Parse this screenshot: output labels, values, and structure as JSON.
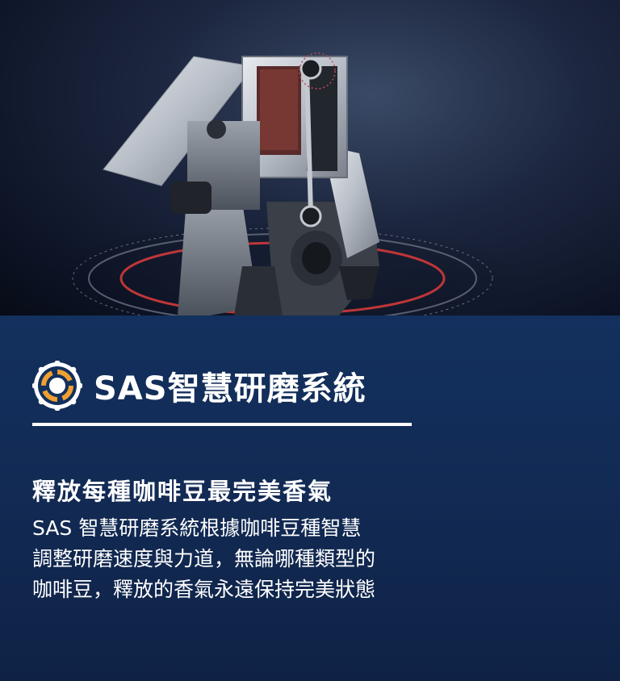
{
  "hero": {
    "image_icon": "sas-grinding-mechanism-image"
  },
  "section": {
    "logo_icon": "gear-ring-icon",
    "title": "SAS智慧研磨系統",
    "subheading": "釋放每種咖啡豆最完美香氣",
    "body_lines": [
      "SAS 智慧研磨系統根據咖啡豆種智慧",
      "調整研磨速度與力道，無論哪種類型的",
      "咖啡豆，釋放的香氣永遠保持完美狀態"
    ]
  },
  "colors": {
    "background": "#13305e",
    "accent_orange": "#f0a030",
    "text": "#ffffff"
  }
}
